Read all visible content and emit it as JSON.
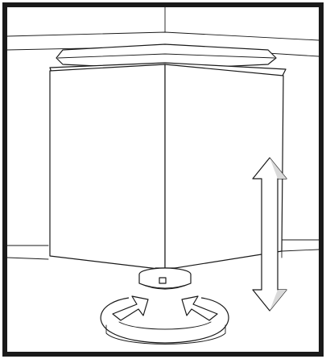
{
  "figure": {
    "description_free": true,
    "parts": [
      "border-frame",
      "wall-corner",
      "countertop-edge",
      "cabinet-body",
      "levelling-foot",
      "height-arrow",
      "rotation-ring"
    ],
    "colors": {
      "stroke": "#1a1a1a",
      "background": "#ffffff",
      "arrow-shading": "#d9d9d9"
    }
  }
}
